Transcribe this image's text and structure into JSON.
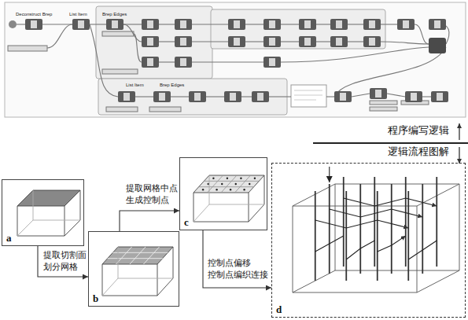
{
  "diagram": {
    "nodes": [
      {
        "text": [
          "a"
        ]
      },
      {
        "text": [
          "b"
        ]
      },
      {
        "text": [
          "c"
        ]
      },
      {
        "text": [
          "d"
        ]
      }
    ],
    "edges": [
      {
        "from": 0,
        "to": 1,
        "label": "提取切割面 划分网格",
        "arrow": "to"
      },
      {
        "from": 1,
        "to": 2,
        "label": "提取网格中点 生成控制点",
        "arrow": "to"
      },
      {
        "from": 2,
        "to": 3,
        "label": "控制点偏移 控制点编织连接",
        "arrow": "to"
      }
    ],
    "labels": [
      "程序编写逻辑",
      "逻辑流程图解",
      "Deconstruct Brep",
      "List Item",
      "Brep Edges",
      "List Item",
      "Brep Edges"
    ]
  }
}
